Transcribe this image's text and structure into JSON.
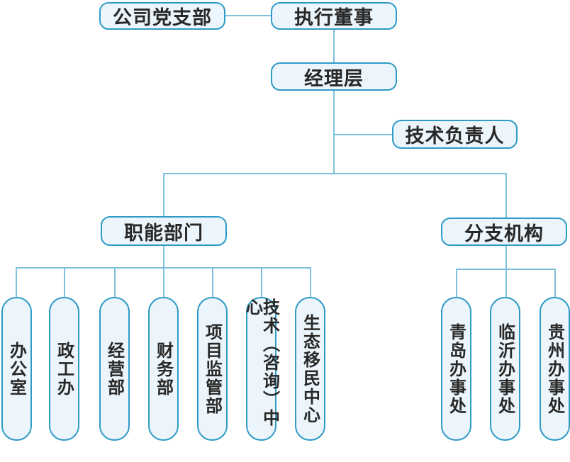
{
  "diagram": {
    "type": "org-chart",
    "nodes": {
      "party_branch": "公司党支部",
      "executive_director": "执行董事",
      "management": "经理层",
      "technical_lead": "技术负责人",
      "functional_departments": "职能部门",
      "branch_organizations": "分支机构"
    },
    "functional_children": [
      "办公室",
      "政工办",
      "经营部",
      "财务部",
      "项目监管部",
      "技术（咨询）中心",
      "生态移民中心"
    ],
    "branch_children": [
      "青岛办事处",
      "临沂办事处",
      "贵州办事处"
    ],
    "colors": {
      "box_border": "#2e9bc6",
      "box_fill": "#ecf5fb",
      "connector": "#7fc0dd",
      "text": "#282828"
    }
  }
}
